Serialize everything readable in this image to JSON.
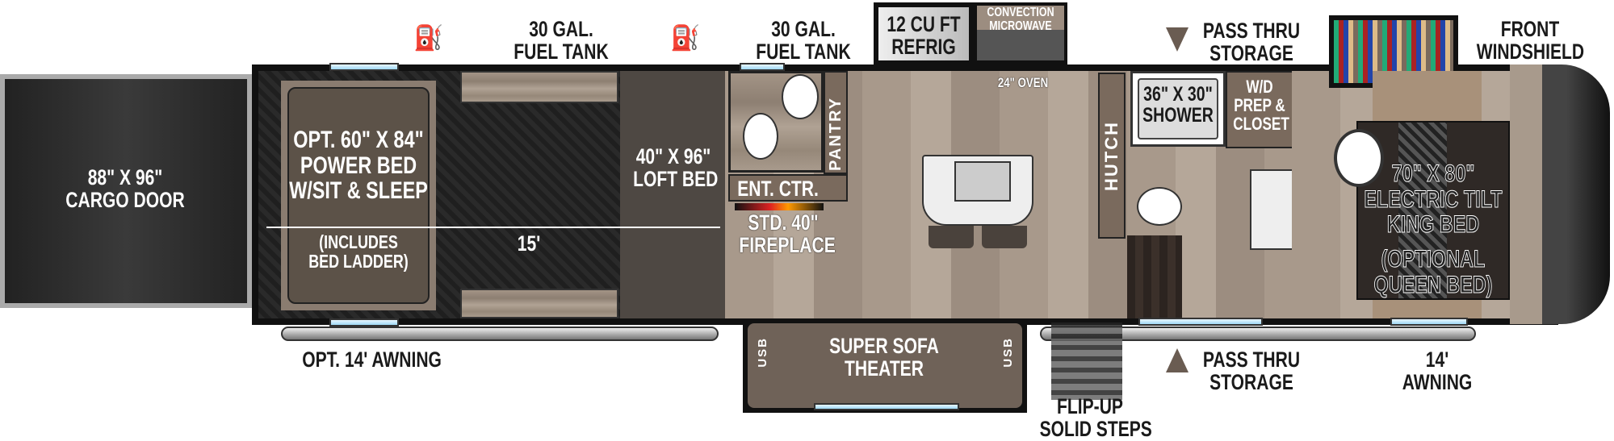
{
  "labels": {
    "fuel_tank_1": "30 GAL.\nFUEL TANK",
    "fuel_tank_2": "30 GAL.\nFUEL TANK",
    "refrig": "12 CU FT\nREFRIG",
    "microwave": "CONVECTION\nMICROWAVE",
    "oven": "24\" OVEN",
    "pass_thru_top": "PASS THRU\nSTORAGE",
    "front_windshield": "FRONT\nWINDSHIELD",
    "cargo_door": "88\" X 96\"\nCARGO DOOR",
    "power_bed": "OPT. 60\" X 84\"\nPOWER BED\nW/SIT & SLEEP",
    "bed_ladder": "(INCLUDES\nBED LADDER)",
    "garage_length": "15'",
    "loft_bed": "40\" X 96\"\nLOFT BED",
    "ent_ctr": "ENT. CTR.",
    "fireplace": "STD. 40\"\nFIREPLACE",
    "pantry": "PANTRY",
    "hutch": "HUTCH",
    "shower": "36\" X 30\"\nSHOWER",
    "wd": "W/D\nPREP &\nCLOSET",
    "king_bed": "70\" X 80\"\nELECTRIC TILT\nKING BED",
    "queen_opt": "(OPTIONAL\nQUEEN BED)",
    "opt_awning": "OPT. 14' AWNING",
    "sofa": "SUPER SOFA\nTHEATER",
    "usb_left": "USB",
    "usb_right": "USB",
    "steps": "FLIP-UP\nSOLID STEPS",
    "pass_thru_bottom": "PASS THRU\nSTORAGE",
    "awning": "14'\nAWNING"
  }
}
